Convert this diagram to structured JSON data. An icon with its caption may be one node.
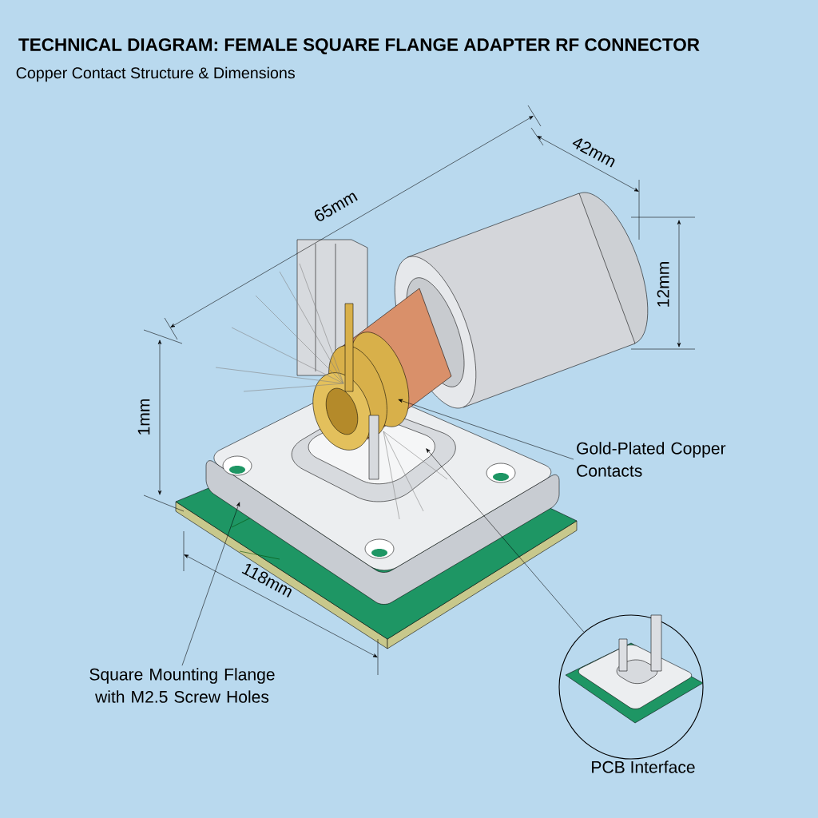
{
  "diagram": {
    "title": "TECHNICAL DIAGRAM: FEMALE SQUARE FLANGE ADAPTER RF CONNECTOR",
    "nodes": [
      {
        "text": [
          "Gold-Plated Copper Contacts"
        ]
      },
      {
        "text": [
          "Square Mounting Flange with M2.5 Screw Holes"
        ]
      },
      {
        "text": [
          "PCB Interface"
        ]
      },
      {
        "text": [],
        "shape": "picture"
      }
    ],
    "edges": [
      {
        "from": 0,
        "to": 3,
        "arrow": "to"
      },
      {
        "from": 1,
        "to": 3,
        "arrow": "to"
      },
      {
        "from": 2,
        "to": 3,
        "arrow": "to"
      }
    ],
    "labels": [
      "Copper Contact Structure & Dimensions",
      "65mm",
      "42mm",
      "12mm",
      "1mm",
      "118mm"
    ]
  }
}
